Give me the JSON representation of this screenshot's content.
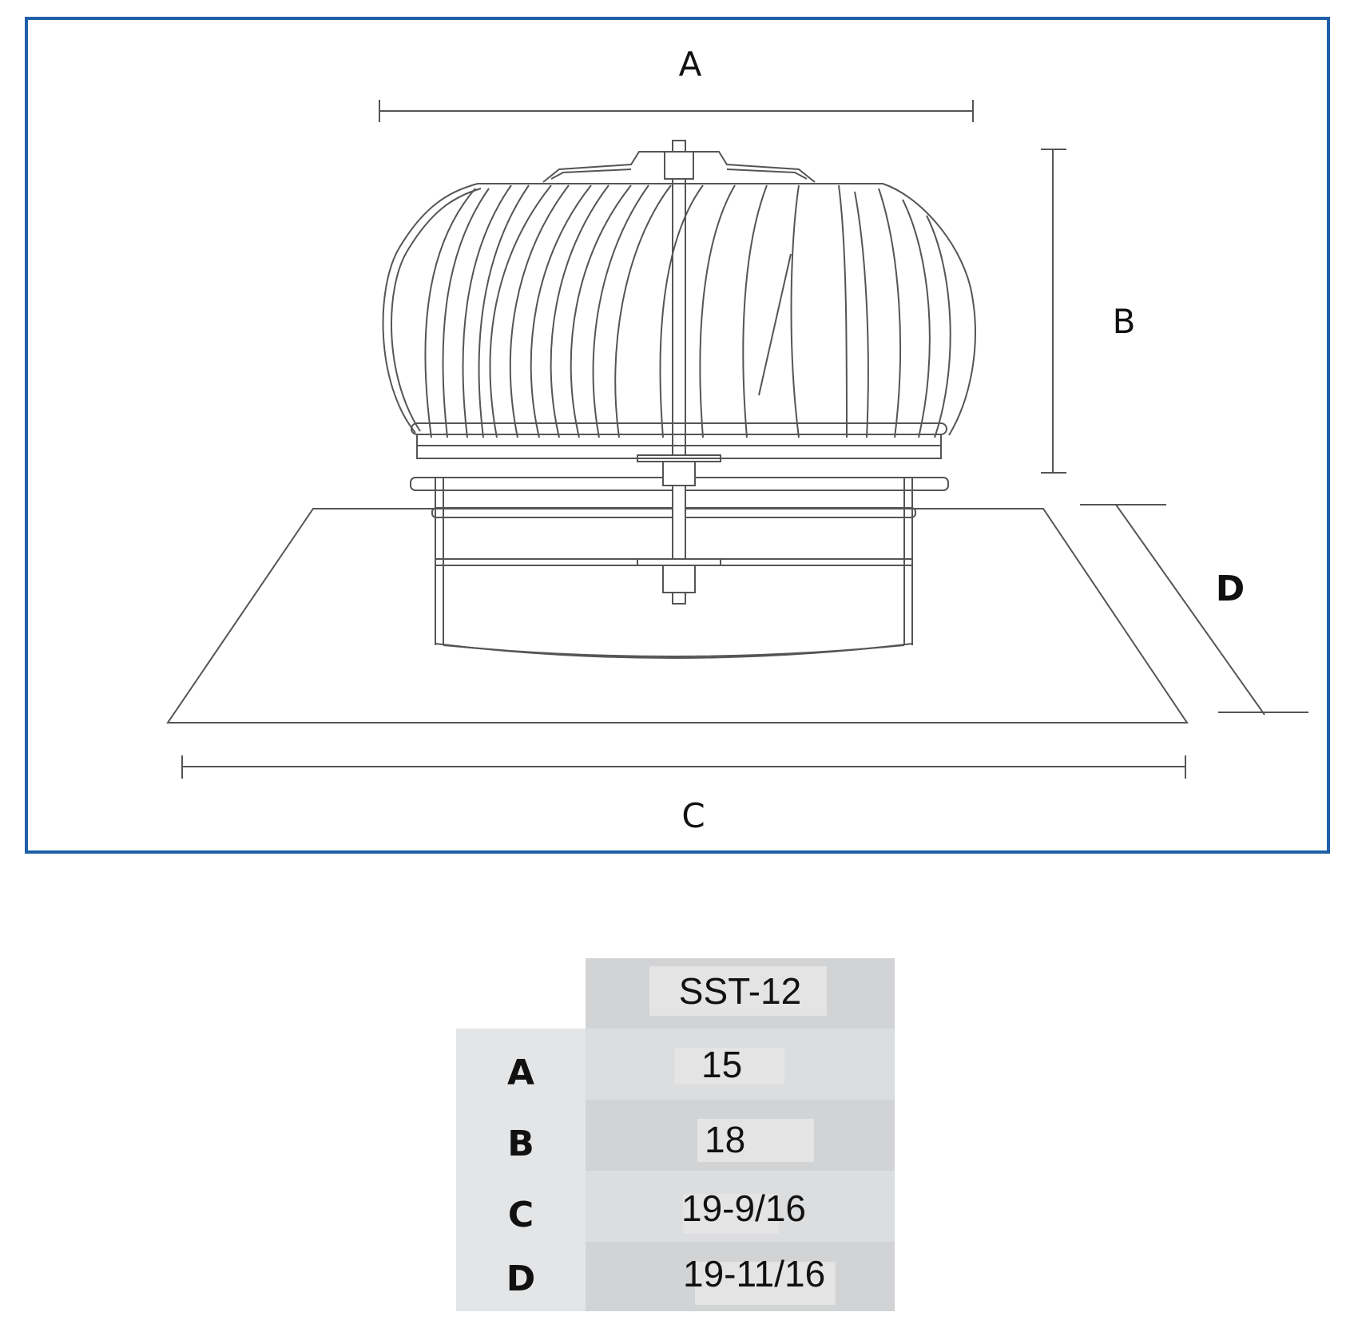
{
  "diagram": {
    "frame_color": "#1f5fa8",
    "line_color": "#555555",
    "labels": {
      "a": "A",
      "b": "B",
      "c": "C",
      "d": "D"
    }
  },
  "table": {
    "model": "SST-12",
    "header_bg": "#d2d3d5",
    "label_bg": "#e4e5e7",
    "rows": [
      {
        "label": "A",
        "value": "15"
      },
      {
        "label": "B",
        "value": "18"
      },
      {
        "label": "C",
        "value": "19-9/16"
      },
      {
        "label": "D",
        "value": "19-11/16"
      }
    ]
  }
}
